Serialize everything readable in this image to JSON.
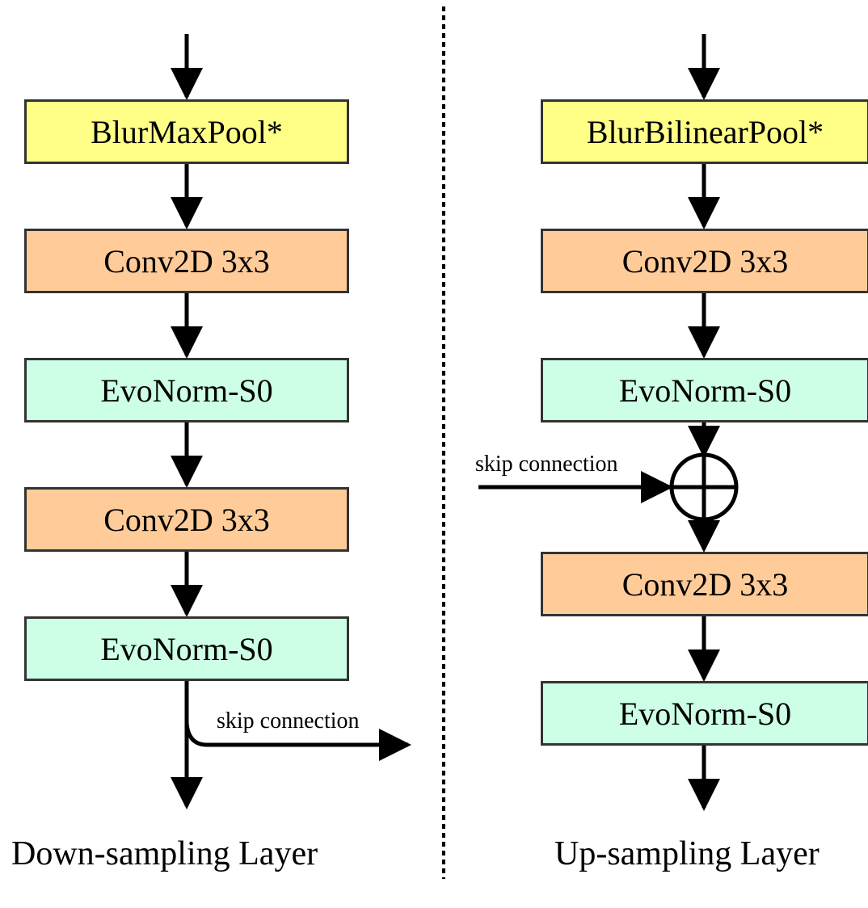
{
  "down_layer": {
    "blocks": [
      {
        "label": "BlurMaxPool*",
        "kind": "pool"
      },
      {
        "label": "Conv2D 3x3",
        "kind": "conv"
      },
      {
        "label": "EvoNorm-S0",
        "kind": "norm"
      },
      {
        "label": "Conv2D 3x3",
        "kind": "conv"
      },
      {
        "label": "EvoNorm-S0",
        "kind": "norm"
      }
    ],
    "skip_label": "skip connection",
    "caption": "Down-sampling Layer"
  },
  "up_layer": {
    "blocks": [
      {
        "label": "BlurBilinearPool*",
        "kind": "pool"
      },
      {
        "label": "Conv2D 3x3",
        "kind": "conv"
      },
      {
        "label": "EvoNorm-S0",
        "kind": "norm"
      },
      {
        "label": "Conv2D 3x3",
        "kind": "conv"
      },
      {
        "label": "EvoNorm-S0",
        "kind": "norm"
      }
    ],
    "skip_label": "skip connection",
    "caption": "Up-sampling Layer"
  },
  "colors": {
    "pool": "#ffff88",
    "conv": "#ffcc99",
    "norm": "#ccffe6",
    "stroke": "#000000"
  }
}
